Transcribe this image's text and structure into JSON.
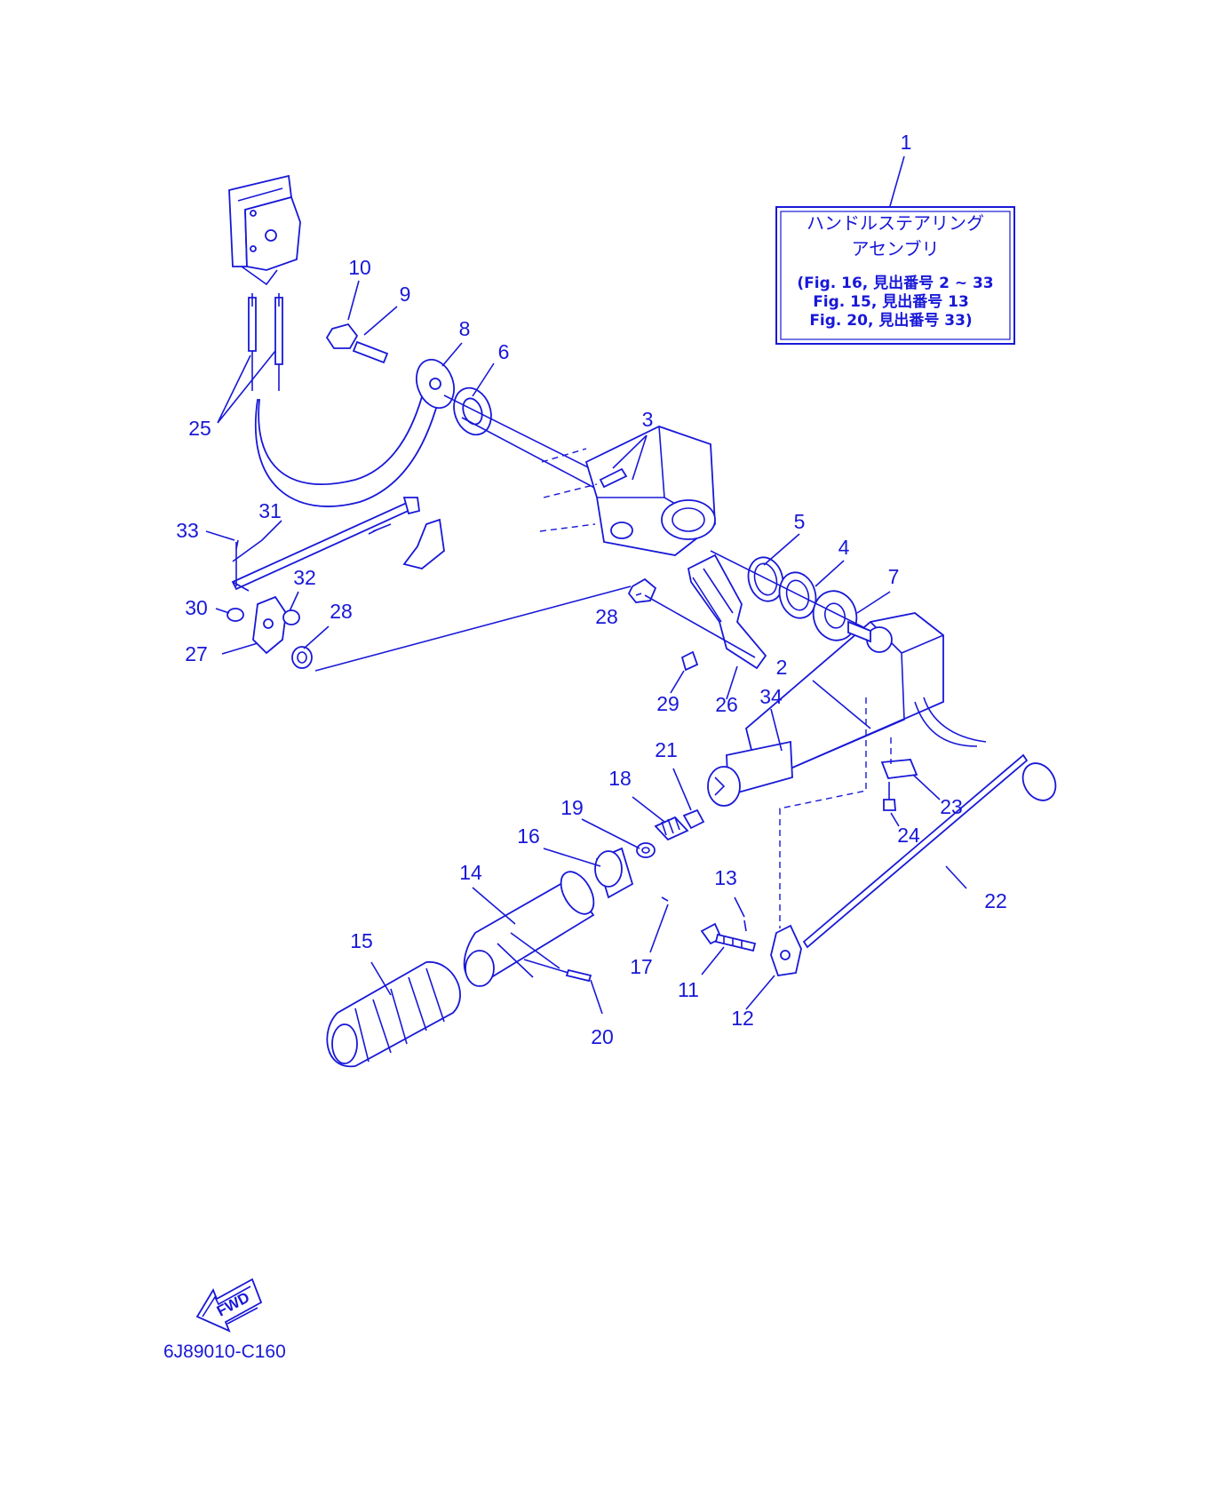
{
  "box": {
    "title_line1": "ハンドルステアリング",
    "title_line2": "アセンブリ",
    "ref_line1": "(Fig. 16, 見出番号 2 ~ 33",
    "ref_line2": "Fig. 15, 見出番号 13",
    "ref_line3": "Fig. 20, 見出番号 33)"
  },
  "labels": [
    "1",
    "2",
    "3",
    "4",
    "5",
    "6",
    "7",
    "8",
    "9",
    "10",
    "11",
    "12",
    "13",
    "14",
    "15",
    "16",
    "17",
    "18",
    "19",
    "20",
    "21",
    "22",
    "23",
    "24",
    "25",
    "26",
    "27",
    "28",
    "28",
    "29",
    "30",
    "31",
    "32",
    "33",
    "34"
  ],
  "fwd_text": "FWD",
  "drawing_code": "6J89010-C160",
  "colors": {
    "ink": "#1818d8",
    "background": "#ffffff"
  }
}
